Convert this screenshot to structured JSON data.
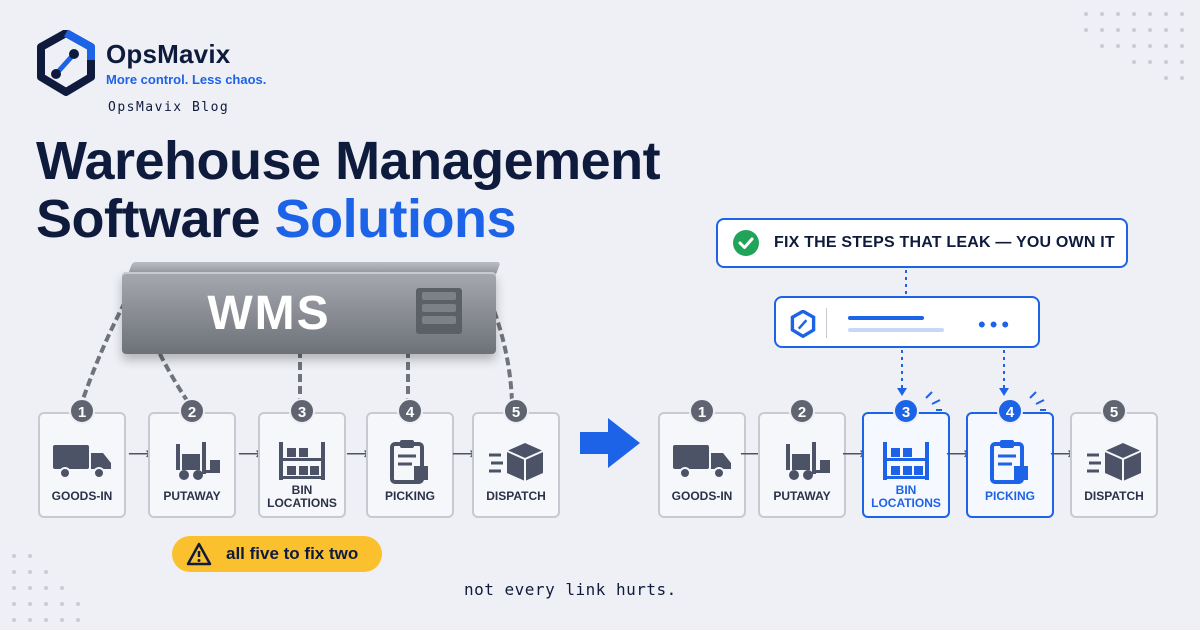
{
  "brand": {
    "name": "OpsMavix",
    "tagline": "More control. Less chaos.",
    "blog": "OpsMavix Blog"
  },
  "headline": {
    "line1": "Warehouse Management",
    "line2_plain": "Software ",
    "line2_highlight": "Solutions"
  },
  "wms": {
    "label": "WMS"
  },
  "steps_before": [
    {
      "num": "1",
      "label": "GOODS-IN",
      "icon": "truck-icon"
    },
    {
      "num": "2",
      "label": "PUTAWAY",
      "icon": "forklift-icon"
    },
    {
      "num": "3",
      "label_line1": "BIN",
      "label_line2": "LOCATIONS",
      "icon": "shelves-icon"
    },
    {
      "num": "4",
      "label": "PICKING",
      "icon": "clipboard-icon"
    },
    {
      "num": "5",
      "label": "DISPATCH",
      "icon": "box-icon"
    }
  ],
  "steps_after": [
    {
      "num": "1",
      "label": "GOODS-IN",
      "icon": "truck-icon",
      "active": false
    },
    {
      "num": "2",
      "label": "PUTAWAY",
      "icon": "forklift-icon",
      "active": false
    },
    {
      "num": "3",
      "label_line1": "BIN",
      "label_line2": "LOCATIONS",
      "icon": "shelves-icon",
      "active": true
    },
    {
      "num": "4",
      "label": "PICKING",
      "icon": "clipboard-icon",
      "active": true
    },
    {
      "num": "5",
      "label": "DISPATCH",
      "icon": "box-icon",
      "active": false
    }
  ],
  "warning": {
    "text": "all five to fix two",
    "icon": "warning-icon"
  },
  "callout": {
    "text": "FIX THE STEPS THAT LEAK — YOU OWN IT",
    "icon": "check-circle-icon"
  },
  "footer": {
    "text": "not every link hurts."
  },
  "colors": {
    "accent": "#1d63e8",
    "navy": "#0f1b3d",
    "warning": "#fbc02d",
    "success": "#22a35a"
  }
}
